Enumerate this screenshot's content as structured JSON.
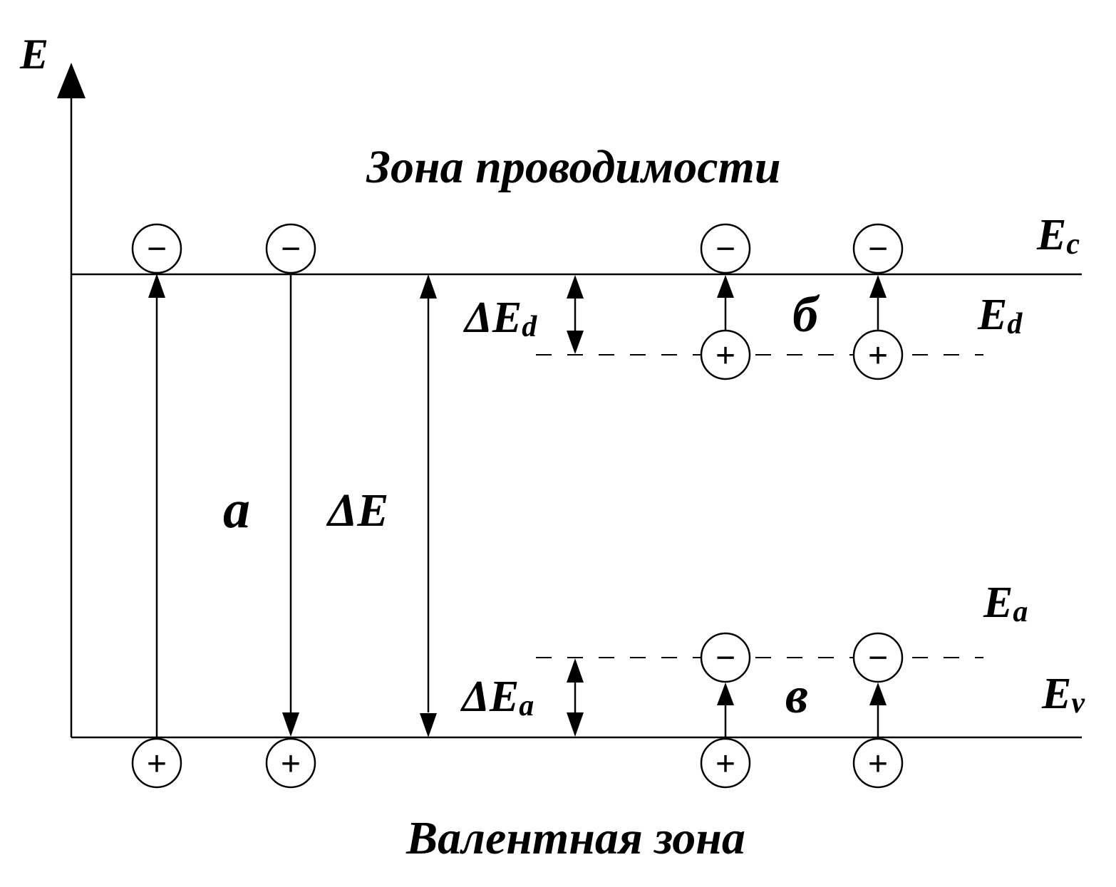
{
  "axis": {
    "label": "E"
  },
  "bands": {
    "conduction": "Зона проводимости",
    "valence": "Валентная зона"
  },
  "levels": {
    "ec": {
      "main": "E",
      "sub": "c"
    },
    "ed": {
      "main": "E",
      "sub": "d"
    },
    "ea": {
      "main": "E",
      "sub": "a"
    },
    "ev": {
      "main": "E",
      "sub": "v"
    }
  },
  "gaps": {
    "band_gap": "ΔE",
    "donor": {
      "main": "ΔE",
      "sub": "d"
    },
    "acceptor": {
      "main": "ΔE",
      "sub": "a"
    }
  },
  "case_labels": {
    "intrinsic": "а",
    "donor": "б",
    "acceptor": "в"
  },
  "charges": {
    "electron": "−",
    "hole": "+"
  }
}
